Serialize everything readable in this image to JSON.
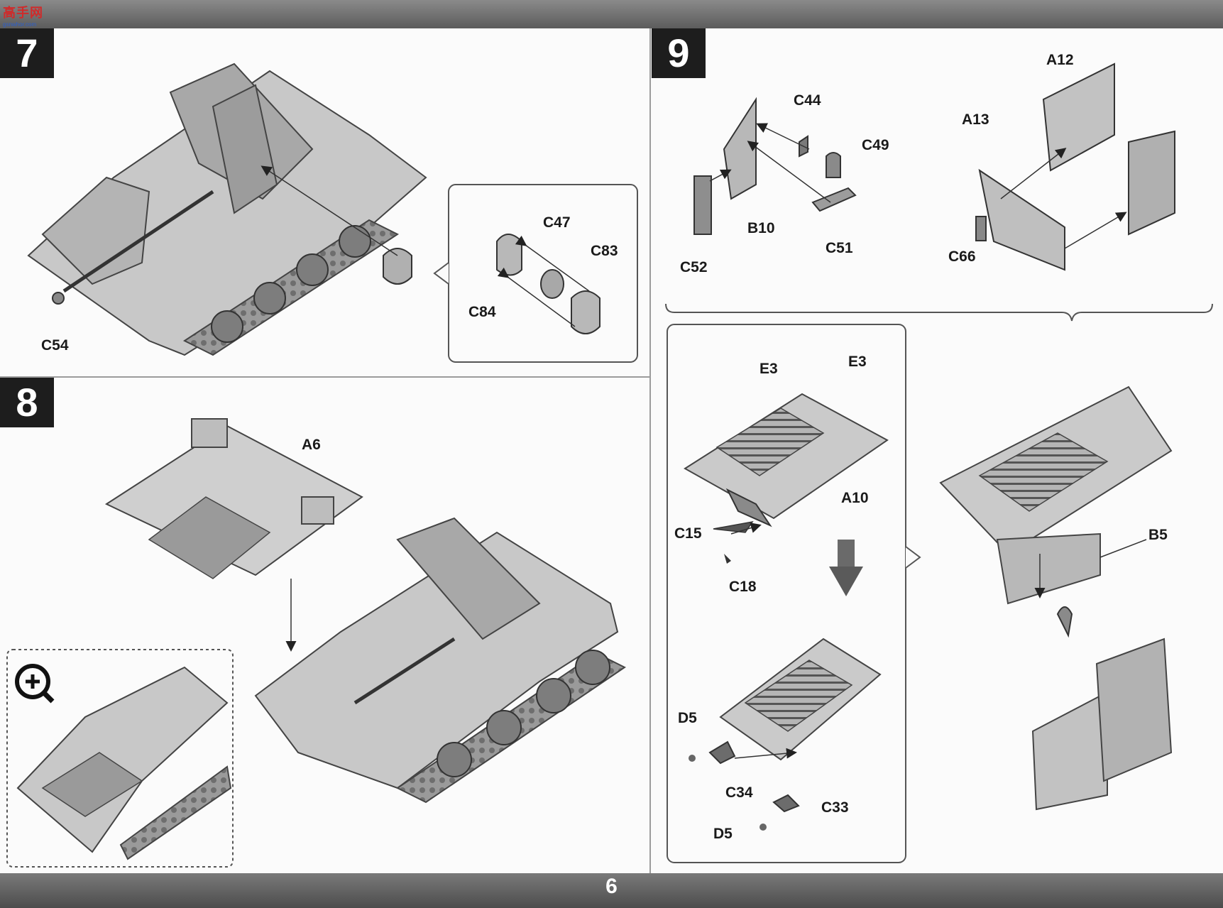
{
  "header": {
    "watermark": "高手网",
    "watermark_sub": "gsnwhor.com"
  },
  "footer": {
    "page_number": "6"
  },
  "steps": [
    {
      "number": "7",
      "labels": {
        "c54": "C54",
        "c47": "C47",
        "c83": "C83",
        "c84": "C84"
      }
    },
    {
      "number": "8",
      "labels": {
        "a6": "A6"
      }
    },
    {
      "number": "9",
      "labels": {
        "c44": "C44",
        "c49": "C49",
        "b10": "B10",
        "c52": "C52",
        "c51": "C51",
        "a12": "A12",
        "a13": "A13",
        "c66": "C66",
        "e3a": "E3",
        "e3b": "E3",
        "a10": "A10",
        "c15": "C15",
        "c18": "C18",
        "d5a": "D5",
        "c34": "C34",
        "c33": "C33",
        "d5b": "D5",
        "b5": "B5"
      }
    }
  ],
  "icons": {
    "zoom": "magnifier-plus-icon",
    "arrow": "down-arrow-icon"
  }
}
